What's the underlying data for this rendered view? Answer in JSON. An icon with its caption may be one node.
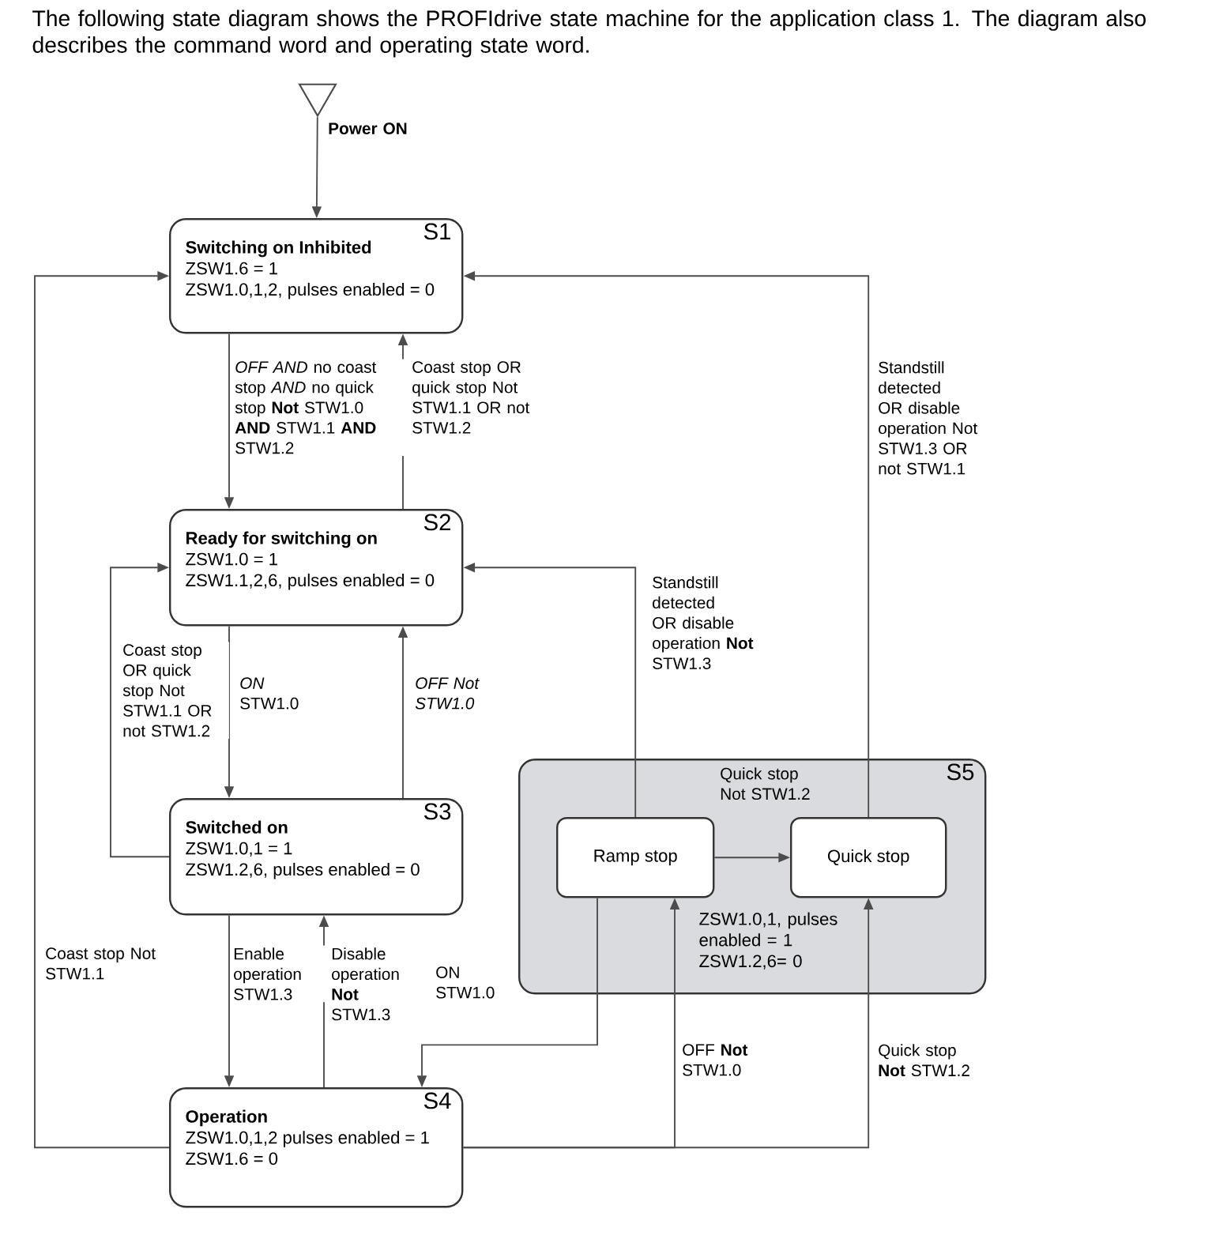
{
  "diagram": {
    "title": "The following state diagram shows the PROFIdrive state machine for the application class 1. The diagram also describes the command word and operating state word.",
    "nodes": [
      {
        "text": [],
        "shape": "triangle"
      },
      {
        "text": [
          "S1",
          "Switching on Inhibited",
          "ZSW1.6 = 1",
          "ZSW1.0,1,2, pulses enabled = 0"
        ]
      },
      {
        "text": [
          "S2",
          "Ready for switching on",
          "ZSW1.0 = 1",
          "ZSW1.1,2,6, pulses enabled = 0"
        ]
      },
      {
        "text": [
          "S3",
          "Switched on",
          "ZSW1.0,1 = 1",
          "ZSW1.2,6, pulses enabled = 0"
        ]
      },
      {
        "text": [
          "S4",
          "Operation",
          "ZSW1.0,1,2 pulses enabled = 1",
          "ZSW1.6 = 0"
        ]
      },
      {
        "text": [
          "S5",
          "ZSW1.0,1, pulses enabled = 1 ZSW1.2,6= 0"
        ]
      },
      {
        "text": [
          "Ramp stop"
        ],
        "in": 5
      },
      {
        "text": [
          "Quick stop"
        ],
        "in": 5
      }
    ],
    "edges": [
      {
        "from": 0,
        "to": 1,
        "arrow": "to",
        "label": "Power ON"
      },
      {
        "from": 1,
        "to": 2,
        "arrow": "to",
        "label": "*OFF AND* no coast stop *AND* no quick stop **Not** STW1.0 **AND** STW1.1 **AND** STW1.2"
      },
      {
        "from": 2,
        "to": 1,
        "arrow": "to",
        "label": "Coast stop OR quick stop Not STW1.1 OR not STW1.2"
      },
      {
        "from": 2,
        "to": 3,
        "arrow": "to",
        "label": "*ON* STW1.0"
      },
      {
        "from": 3,
        "to": 2,
        "arrow": "to",
        "label": "*OFF Not STW1.0*"
      },
      {
        "from": 3,
        "to": 2,
        "arrow": "to",
        "label": "Coast stop OR quick stop Not STW1.1 OR not STW1.2"
      },
      {
        "from": 3,
        "to": 4,
        "arrow": "to",
        "label": "Enable operation STW1.3"
      },
      {
        "from": 4,
        "to": 3,
        "arrow": "to",
        "label": "Disable operation **Not** STW1.3"
      },
      {
        "from": 4,
        "to": 1,
        "arrow": "to",
        "label": "Coast stop Not STW1.1"
      },
      {
        "from": 6,
        "to": 2,
        "arrow": "to",
        "label": "Standstill detected OR disable operation **Not** STW1.3"
      },
      {
        "from": 7,
        "to": 1,
        "arrow": "to",
        "label": "Standstill detected OR disable operation Not STW1.3 OR not STW1.1"
      },
      {
        "from": 6,
        "to": 7,
        "arrow": "to",
        "label": "Quick stop Not STW1.2"
      },
      {
        "from": 6,
        "to": 4,
        "arrow": "to",
        "label": "ON STW1.0"
      },
      {
        "from": 4,
        "to": 6,
        "arrow": "to",
        "label": "OFF **Not** STW1.0"
      },
      {
        "from": 4,
        "to": 7,
        "arrow": "to",
        "label": "Quick stop **Not** STW1.2"
      }
    ]
  }
}
